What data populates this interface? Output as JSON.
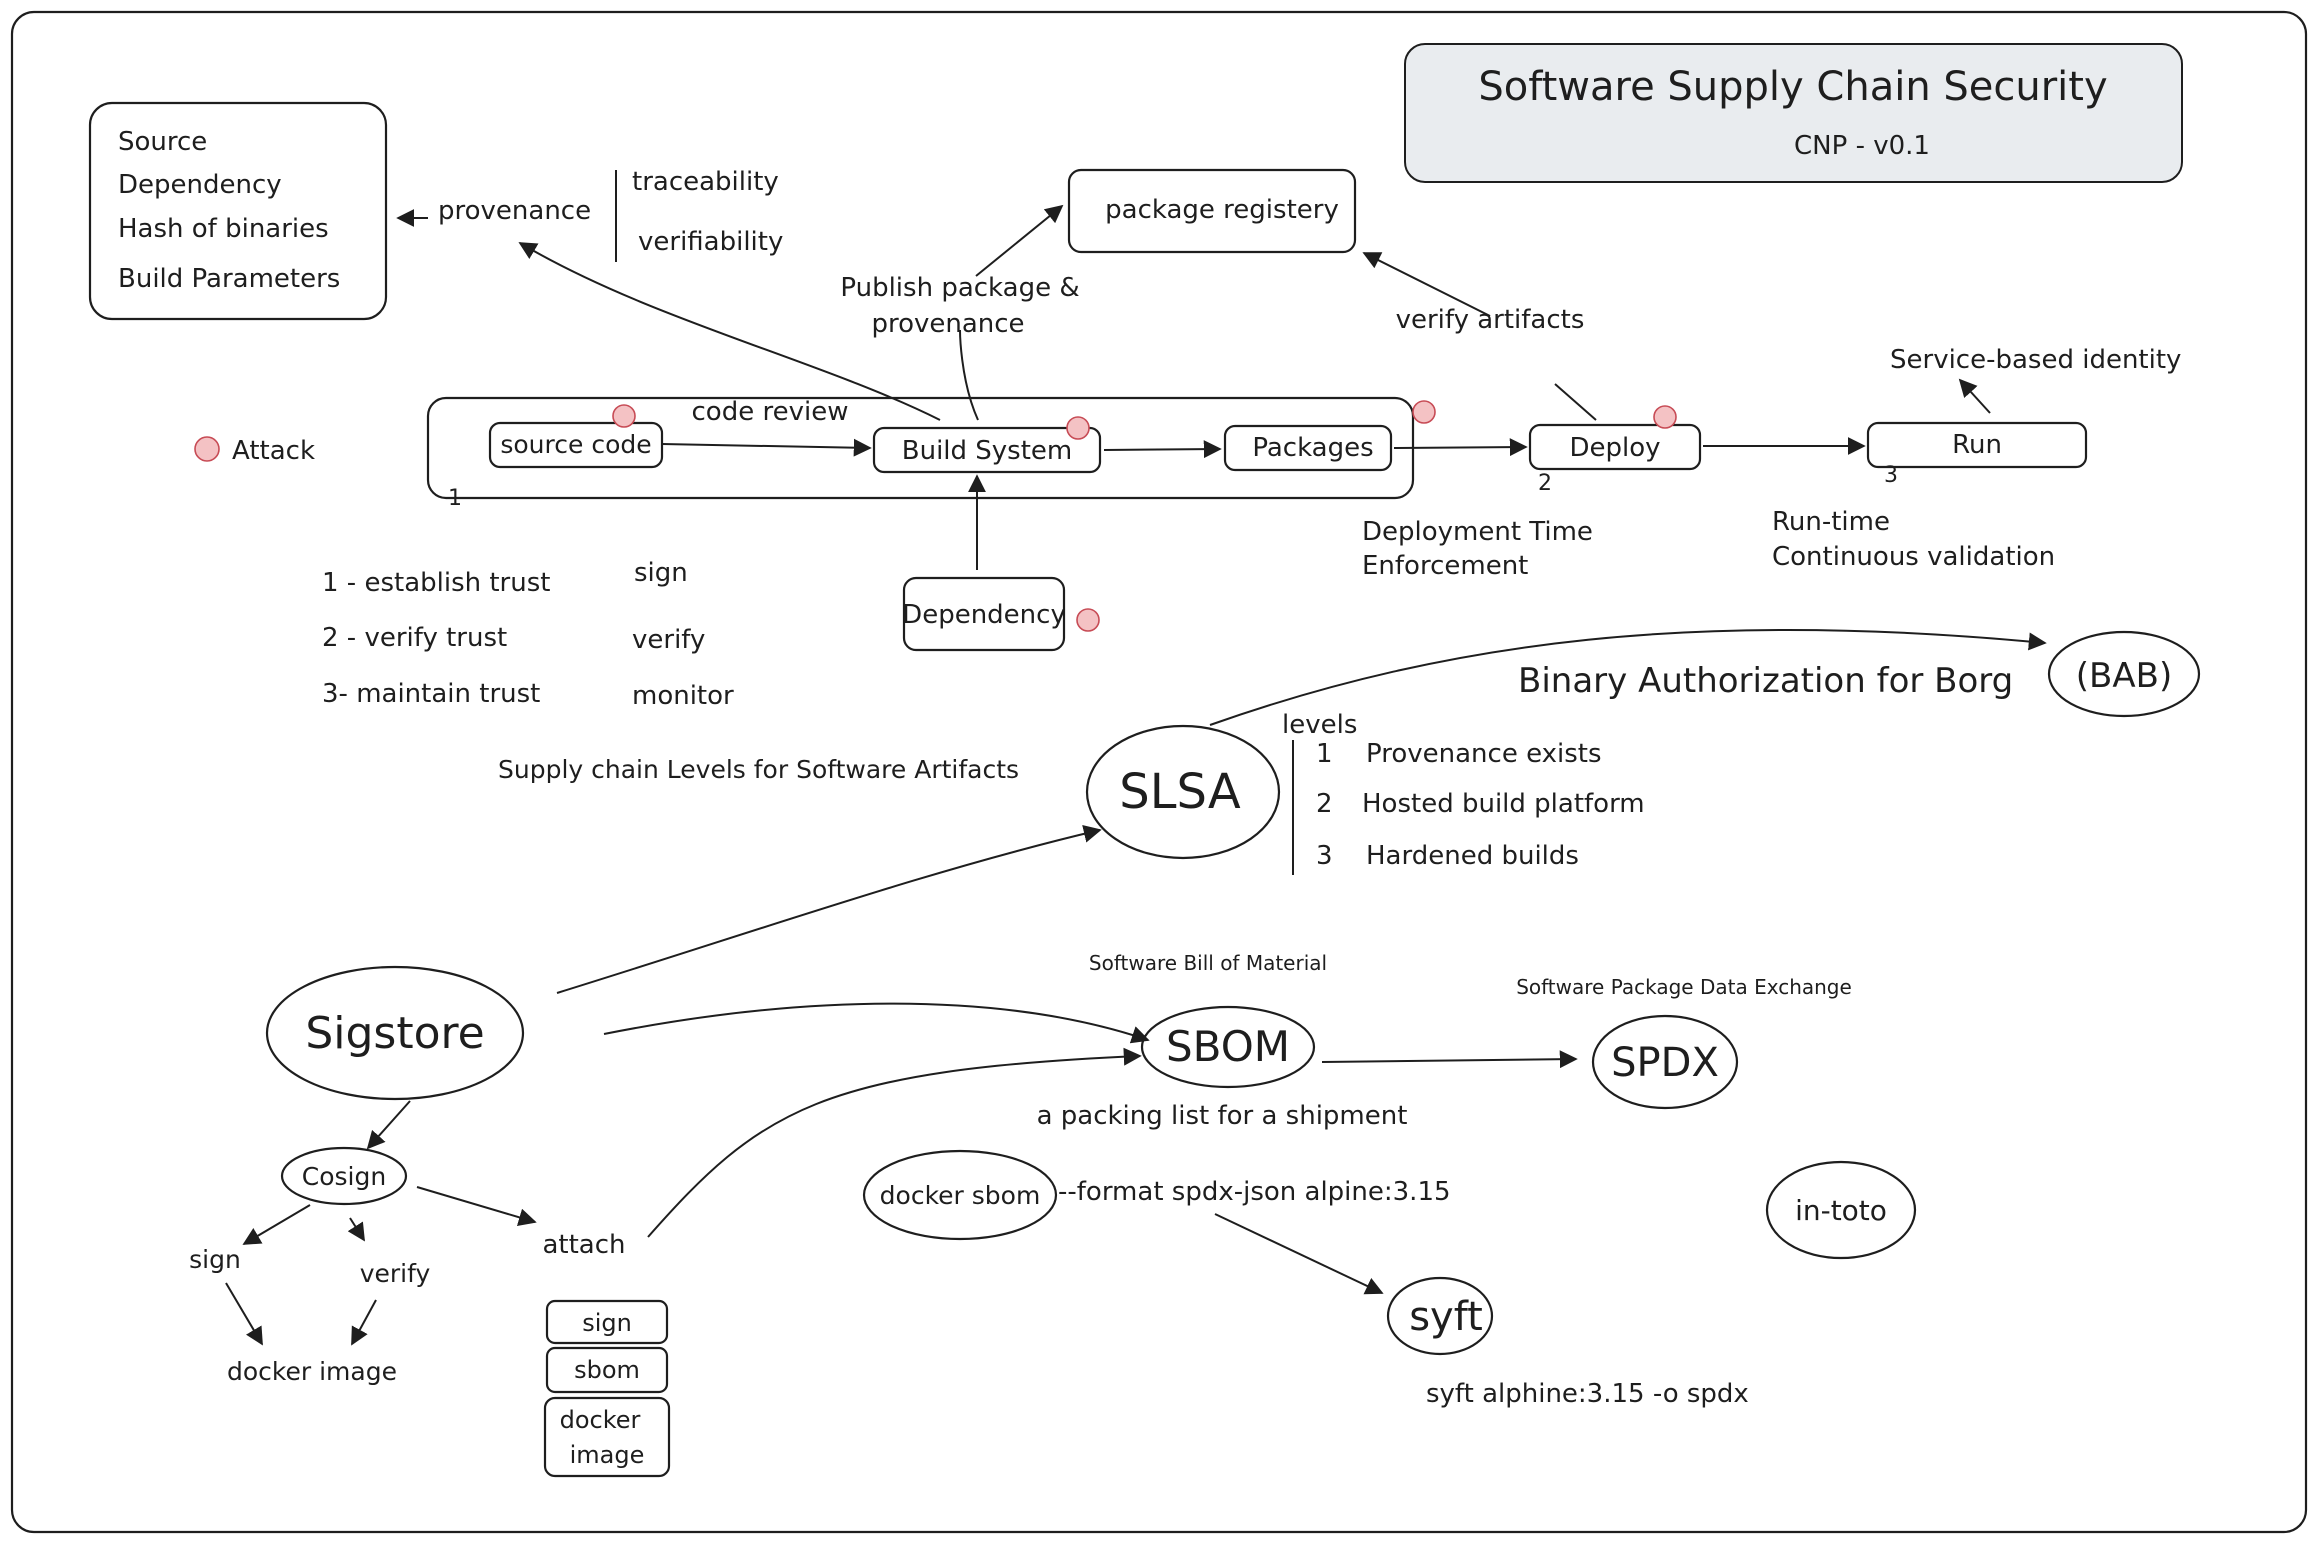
{
  "title": {
    "main": "Software Supply Chain Security",
    "version": "CNP - v0.1"
  },
  "provenance_box": {
    "items": [
      "Source",
      "Dependency",
      "Hash of binaries",
      "Build Parameters"
    ]
  },
  "provenance": {
    "label": "provenance",
    "properties": [
      "traceability",
      "verifiability"
    ]
  },
  "legend": {
    "attack_label": "Attack"
  },
  "pipeline": {
    "group_label": "code review",
    "group_number": "1",
    "source_code": "source code",
    "build_system": "Build System",
    "packages": "Packages",
    "deploy": "Deploy",
    "deploy_number": "2",
    "run": "Run",
    "run_number": "3",
    "dependency": "Dependency",
    "package_registry": "package registery",
    "publish_label": [
      "Publish package &",
      "provenance"
    ],
    "verify_label": "verify artifacts",
    "service_identity": "Service-based identity",
    "deploy_caption": [
      "Deployment Time",
      "Enforcement"
    ],
    "run_caption": [
      "Run-time",
      "Continuous validation"
    ]
  },
  "trust_steps": [
    {
      "step": "1 - establish trust",
      "action": "sign"
    },
    {
      "step": "2 - verify trust",
      "action": "verify"
    },
    {
      "step": "3- maintain trust",
      "action": "monitor"
    }
  ],
  "slsa": {
    "name": "SLSA",
    "description": "Supply chain Levels for Software Artifacts",
    "levels_label": "levels",
    "levels": [
      {
        "n": "1",
        "text": "Provenance exists"
      },
      {
        "n": "2",
        "text": "Hosted build platform"
      },
      {
        "n": "3",
        "text": "Hardened builds"
      }
    ]
  },
  "bab": {
    "text": "Binary Authorization for Borg",
    "abbr": "(BAB)"
  },
  "sigstore": {
    "name": "Sigstore",
    "cosign": "Cosign",
    "sign": "sign",
    "verify": "verify",
    "docker_image": "docker image",
    "attach": "attach",
    "stack": [
      "sign",
      "sbom",
      "docker",
      "image"
    ]
  },
  "sbom": {
    "name": "SBOM",
    "description": "Software Bill of Material",
    "caption": "a packing list for a shipment"
  },
  "spdx": {
    "name": "SPDX",
    "description": "Software Package Data Exchange"
  },
  "docker_sbom": {
    "label": "docker sbom",
    "args": "--format spdx-json alpine:3.15"
  },
  "syft": {
    "name": "syft",
    "command": "syft alphine:3.15 -o spdx"
  },
  "in_toto": {
    "name": "in-toto"
  },
  "colors": {
    "stroke": "#1e1e1e",
    "title_fill": "#e9ecef",
    "attack_fill": "#f4c2c4",
    "attack_stroke": "#c74b55"
  }
}
